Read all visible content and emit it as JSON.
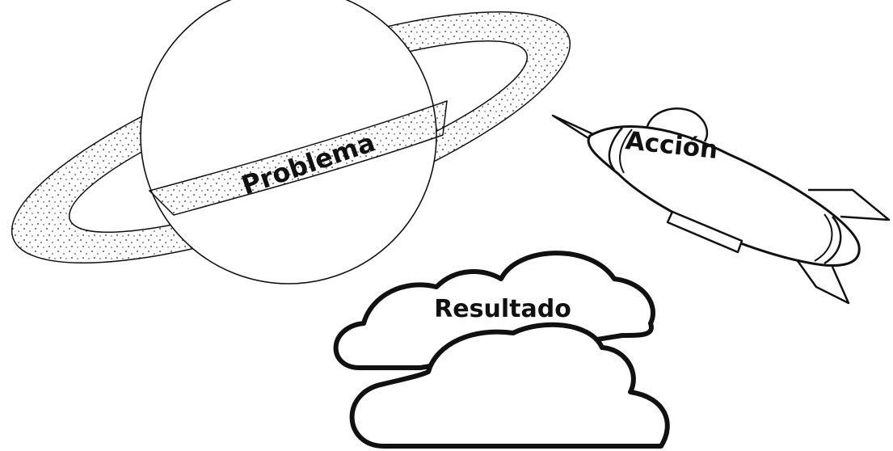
{
  "planet": {
    "label": "Problema"
  },
  "rocket": {
    "label": "Acción"
  },
  "clouds": {
    "label": "Resultado"
  },
  "colors": {
    "ink": "#111111",
    "paper": "#ffffff"
  }
}
